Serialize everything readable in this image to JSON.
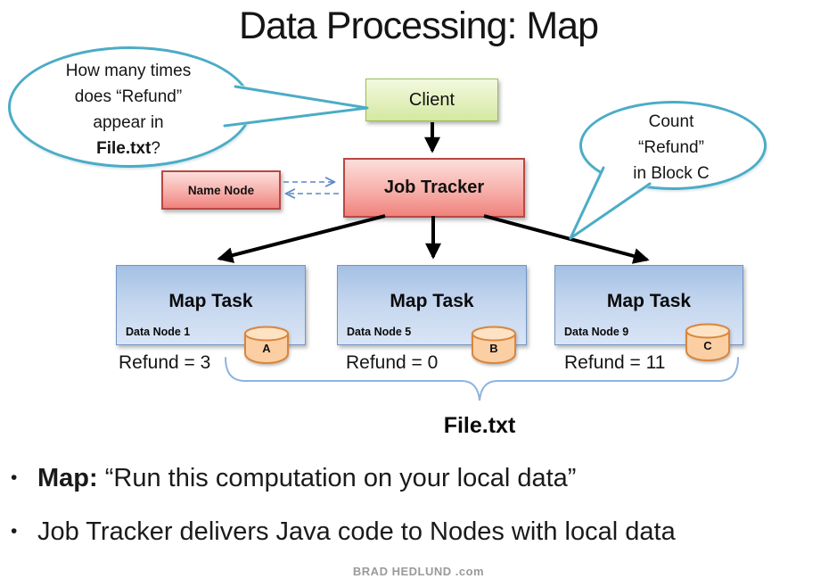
{
  "title": "Data Processing: Map",
  "speech_bubbles": {
    "left": {
      "line1": "How many times",
      "line2": "does “Refund”",
      "line3": "appear in",
      "line4_bold": "File.txt",
      "line4_suffix": "?"
    },
    "right": {
      "line1": "Count",
      "line2": "“Refund”",
      "line3": "in Block C"
    }
  },
  "nodes": {
    "client": {
      "label": "Client"
    },
    "job_tracker": {
      "label": "Job Tracker"
    },
    "name_node": {
      "label": "Name Node"
    },
    "map_tasks": [
      {
        "title": "Map Task",
        "data_node": "Data Node 1",
        "block": "A",
        "result": "Refund = 3"
      },
      {
        "title": "Map Task",
        "data_node": "Data Node 5",
        "block": "B",
        "result": "Refund = 0"
      },
      {
        "title": "Map Task",
        "data_node": "Data Node 9",
        "block": "C",
        "result": "Refund = 11"
      }
    ]
  },
  "file_label": "File.txt",
  "bullets": [
    {
      "bold": "Map:",
      "text": " “Run this computation on your local data”"
    },
    {
      "bold": "",
      "text": "Job Tracker delivers Java code to Nodes with local data"
    }
  ],
  "footer": "BRAD HEDLUND .com",
  "colors": {
    "bubble_stroke": "#4bacc6",
    "client_fill": "#d4e8a2",
    "client_border": "#9bbb59",
    "tracker_fill": "#f0827d",
    "tracker_border": "#b94743",
    "map_task_fill": "#a3c0e4",
    "map_task_border": "#7295c4",
    "cylinder_fill": "#fbcfa3",
    "cylinder_border": "#d9863d",
    "brace": "#8eb4e3",
    "dashed_arrow": "#5b87c5",
    "solid_arrow": "#000000"
  }
}
